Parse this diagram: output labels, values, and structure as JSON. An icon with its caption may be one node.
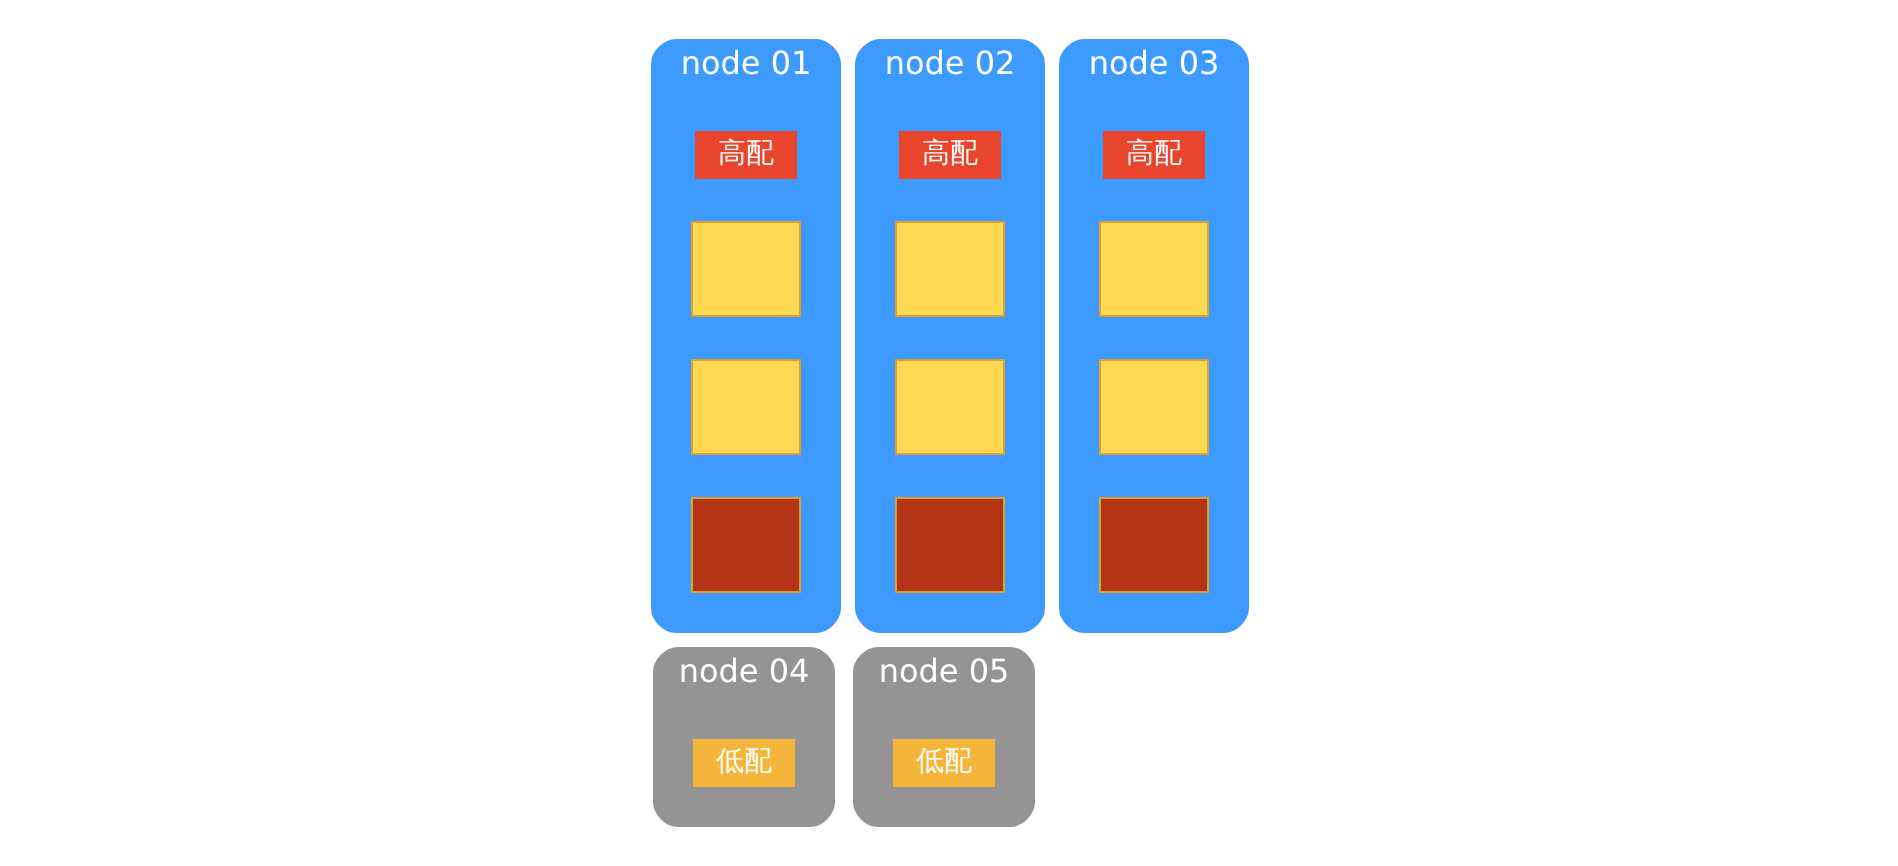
{
  "diagram": {
    "nodes": [
      {
        "text": [
          "node 01"
        ]
      },
      {
        "text": [
          "高配"
        ],
        "in": 0
      },
      {
        "text": [],
        "shape": "box",
        "in": 0
      },
      {
        "text": [],
        "shape": "box",
        "in": 0
      },
      {
        "text": [],
        "shape": "box",
        "in": 0
      },
      {
        "text": [
          "node 02"
        ]
      },
      {
        "text": [
          "高配"
        ],
        "in": 5
      },
      {
        "text": [],
        "shape": "box",
        "in": 5
      },
      {
        "text": [],
        "shape": "box",
        "in": 5
      },
      {
        "text": [],
        "shape": "box",
        "in": 5
      },
      {
        "text": [
          "node 03"
        ]
      },
      {
        "text": [
          "高配"
        ],
        "in": 10
      },
      {
        "text": [],
        "shape": "box",
        "in": 10
      },
      {
        "text": [],
        "shape": "box",
        "in": 10
      },
      {
        "text": [],
        "shape": "box",
        "in": 10
      },
      {
        "text": [
          "node 04"
        ]
      },
      {
        "text": [
          "低配"
        ],
        "in": 15
      },
      {
        "text": [
          "node 05"
        ]
      },
      {
        "text": [
          "低配"
        ],
        "in": 17
      }
    ]
  }
}
